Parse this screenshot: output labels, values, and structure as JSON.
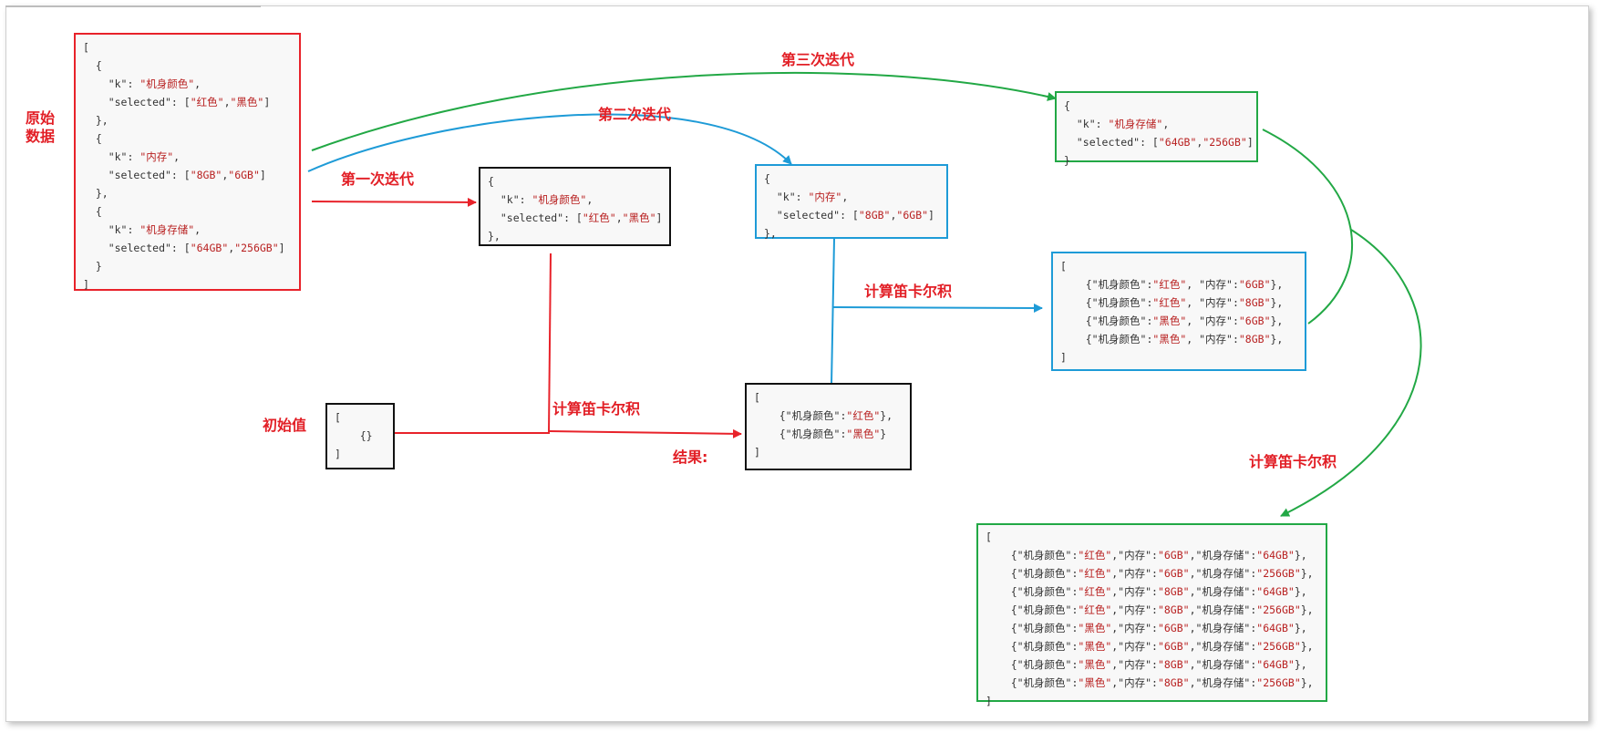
{
  "labels": {
    "raw_data": [
      "原始",
      "数据"
    ],
    "first_iteration": "第一次迭代",
    "second_iteration": "第二次迭代",
    "third_iteration": "第三次迭代",
    "initial_value": "初始值",
    "result": "结果:",
    "cartesian_1": "计算笛卡尔积",
    "cartesian_2": "计算笛卡尔积",
    "cartesian_3": "计算笛卡尔积"
  },
  "colors": {
    "red": "#e8222a",
    "black": "#111111",
    "blue": "#1e9bd7",
    "green": "#22a845",
    "string": "#b82020"
  },
  "boxes": {
    "original": [
      [
        {
          "t": "["
        }
      ],
      [
        {
          "t": "  {"
        }
      ],
      [
        {
          "t": "    \"k\": "
        },
        {
          "t": "\"机身颜色\"",
          "s": 1
        },
        {
          "t": ","
        }
      ],
      [
        {
          "t": "    \"selected\": ["
        },
        {
          "t": "\"红色\"",
          "s": 1
        },
        {
          "t": ","
        },
        {
          "t": "\"黑色\"",
          "s": 1
        },
        {
          "t": "]"
        }
      ],
      [
        {
          "t": "  },"
        }
      ],
      [
        {
          "t": "  {"
        }
      ],
      [
        {
          "t": "    \"k\": "
        },
        {
          "t": "\"内存\"",
          "s": 1
        },
        {
          "t": ","
        }
      ],
      [
        {
          "t": "    \"selected\": ["
        },
        {
          "t": "\"8GB\"",
          "s": 1
        },
        {
          "t": ","
        },
        {
          "t": "\"6GB\"",
          "s": 1
        },
        {
          "t": "]"
        }
      ],
      [
        {
          "t": "  },"
        }
      ],
      [
        {
          "t": "  {"
        }
      ],
      [
        {
          "t": "    \"k\": "
        },
        {
          "t": "\"机身存储\"",
          "s": 1
        },
        {
          "t": ","
        }
      ],
      [
        {
          "t": "    \"selected\": ["
        },
        {
          "t": "\"64GB\"",
          "s": 1
        },
        {
          "t": ","
        },
        {
          "t": "\"256GB\"",
          "s": 1
        },
        {
          "t": "]"
        }
      ],
      [
        {
          "t": "  }"
        }
      ],
      [
        {
          "t": "]"
        }
      ]
    ],
    "first": [
      [
        {
          "t": "{"
        }
      ],
      [
        {
          "t": "  \"k\": "
        },
        {
          "t": "\"机身颜色\"",
          "s": 1
        },
        {
          "t": ","
        }
      ],
      [
        {
          "t": "  \"selected\": ["
        },
        {
          "t": "\"红色\"",
          "s": 1
        },
        {
          "t": ","
        },
        {
          "t": "\"黑色\"",
          "s": 1
        },
        {
          "t": "]"
        }
      ],
      [
        {
          "t": "},"
        }
      ]
    ],
    "second": [
      [
        {
          "t": "{"
        }
      ],
      [
        {
          "t": "  \"k\": "
        },
        {
          "t": "\"内存\"",
          "s": 1
        },
        {
          "t": ","
        }
      ],
      [
        {
          "t": "  \"selected\": ["
        },
        {
          "t": "\"8GB\"",
          "s": 1
        },
        {
          "t": ","
        },
        {
          "t": "\"6GB\"",
          "s": 1
        },
        {
          "t": "]"
        }
      ],
      [
        {
          "t": "},"
        }
      ]
    ],
    "third": [
      [
        {
          "t": "{"
        }
      ],
      [
        {
          "t": "  \"k\": "
        },
        {
          "t": "\"机身存储\"",
          "s": 1
        },
        {
          "t": ","
        }
      ],
      [
        {
          "t": "  \"selected\": ["
        },
        {
          "t": "\"64GB\"",
          "s": 1
        },
        {
          "t": ","
        },
        {
          "t": "\"256GB\"",
          "s": 1
        },
        {
          "t": "]"
        }
      ],
      [
        {
          "t": "}"
        }
      ]
    ],
    "initial": [
      [
        {
          "t": "["
        }
      ],
      [
        {
          "t": "    {}"
        }
      ],
      [
        {
          "t": "]"
        }
      ]
    ],
    "result1": [
      [
        {
          "t": "["
        }
      ],
      [
        {
          "t": "    {\"机身颜色\":"
        },
        {
          "t": "\"红色\"",
          "s": 1
        },
        {
          "t": "},"
        }
      ],
      [
        {
          "t": "    {\"机身颜色\":"
        },
        {
          "t": "\"黑色\"",
          "s": 1
        },
        {
          "t": "}"
        }
      ],
      [
        {
          "t": "]"
        }
      ]
    ],
    "result2": [
      [
        {
          "t": "["
        }
      ],
      [
        {
          "t": "    {\"机身颜色\":"
        },
        {
          "t": "\"红色\"",
          "s": 1
        },
        {
          "t": ", \"内存\":"
        },
        {
          "t": "\"6GB\"",
          "s": 1
        },
        {
          "t": "},"
        }
      ],
      [
        {
          "t": "    {\"机身颜色\":"
        },
        {
          "t": "\"红色\"",
          "s": 1
        },
        {
          "t": ", \"内存\":"
        },
        {
          "t": "\"8GB\"",
          "s": 1
        },
        {
          "t": "},"
        }
      ],
      [
        {
          "t": "    {\"机身颜色\":"
        },
        {
          "t": "\"黑色\"",
          "s": 1
        },
        {
          "t": ", \"内存\":"
        },
        {
          "t": "\"6GB\"",
          "s": 1
        },
        {
          "t": "},"
        }
      ],
      [
        {
          "t": "    {\"机身颜色\":"
        },
        {
          "t": "\"黑色\"",
          "s": 1
        },
        {
          "t": ", \"内存\":"
        },
        {
          "t": "\"8GB\"",
          "s": 1
        },
        {
          "t": "},"
        }
      ],
      [
        {
          "t": "]"
        }
      ]
    ],
    "result3": [
      [
        {
          "t": "["
        }
      ],
      [
        {
          "t": "    {\"机身颜色\":"
        },
        {
          "t": "\"红色\"",
          "s": 1
        },
        {
          "t": ",\"内存\":"
        },
        {
          "t": "\"6GB\"",
          "s": 1
        },
        {
          "t": ",\"机身存储\":"
        },
        {
          "t": "\"64GB\"",
          "s": 1
        },
        {
          "t": "},"
        }
      ],
      [
        {
          "t": "    {\"机身颜色\":"
        },
        {
          "t": "\"红色\"",
          "s": 1
        },
        {
          "t": ",\"内存\":"
        },
        {
          "t": "\"6GB\"",
          "s": 1
        },
        {
          "t": ",\"机身存储\":"
        },
        {
          "t": "\"256GB\"",
          "s": 1
        },
        {
          "t": "},"
        }
      ],
      [
        {
          "t": "    {\"机身颜色\":"
        },
        {
          "t": "\"红色\"",
          "s": 1
        },
        {
          "t": ",\"内存\":"
        },
        {
          "t": "\"8GB\"",
          "s": 1
        },
        {
          "t": ",\"机身存储\":"
        },
        {
          "t": "\"64GB\"",
          "s": 1
        },
        {
          "t": "},"
        }
      ],
      [
        {
          "t": "    {\"机身颜色\":"
        },
        {
          "t": "\"红色\"",
          "s": 1
        },
        {
          "t": ",\"内存\":"
        },
        {
          "t": "\"8GB\"",
          "s": 1
        },
        {
          "t": ",\"机身存储\":"
        },
        {
          "t": "\"256GB\"",
          "s": 1
        },
        {
          "t": "},"
        }
      ],
      [
        {
          "t": "    {\"机身颜色\":"
        },
        {
          "t": "\"黑色\"",
          "s": 1
        },
        {
          "t": ",\"内存\":"
        },
        {
          "t": "\"6GB\"",
          "s": 1
        },
        {
          "t": ",\"机身存储\":"
        },
        {
          "t": "\"64GB\"",
          "s": 1
        },
        {
          "t": "},"
        }
      ],
      [
        {
          "t": "    {\"机身颜色\":"
        },
        {
          "t": "\"黑色\"",
          "s": 1
        },
        {
          "t": ",\"内存\":"
        },
        {
          "t": "\"6GB\"",
          "s": 1
        },
        {
          "t": ",\"机身存储\":"
        },
        {
          "t": "\"256GB\"",
          "s": 1
        },
        {
          "t": "},"
        }
      ],
      [
        {
          "t": "    {\"机身颜色\":"
        },
        {
          "t": "\"黑色\"",
          "s": 1
        },
        {
          "t": ",\"内存\":"
        },
        {
          "t": "\"8GB\"",
          "s": 1
        },
        {
          "t": ",\"机身存储\":"
        },
        {
          "t": "\"64GB\"",
          "s": 1
        },
        {
          "t": "},"
        }
      ],
      [
        {
          "t": "    {\"机身颜色\":"
        },
        {
          "t": "\"黑色\"",
          "s": 1
        },
        {
          "t": ",\"内存\":"
        },
        {
          "t": "\"8GB\"",
          "s": 1
        },
        {
          "t": ",\"机身存储\":"
        },
        {
          "t": "\"256GB\"",
          "s": 1
        },
        {
          "t": "},"
        }
      ],
      [
        {
          "t": "]"
        }
      ]
    ]
  }
}
